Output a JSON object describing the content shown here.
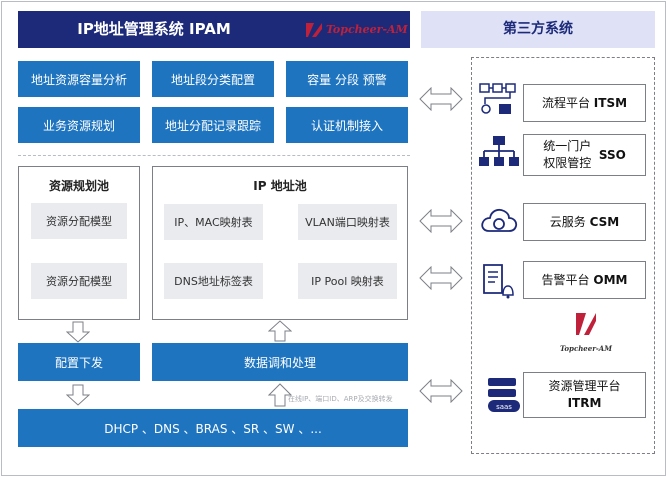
{
  "header": {
    "title": "IP地址管理系统 IPAM",
    "logo_text": "Topcheer-AM",
    "third_party_title": "第三方系统"
  },
  "modules": [
    "地址资源容量分析",
    "地址段分类配置",
    "容量 分段 预警",
    "业务资源规划",
    "地址分配记录跟踪",
    "认证机制接入"
  ],
  "resource_pool": {
    "title": "资源规划池",
    "items": [
      "资源分配模型",
      "资源分配模型"
    ]
  },
  "ip_pool": {
    "title": "IP 地址池",
    "items": [
      "IP、MAC映射表",
      "VLAN端口映射表",
      "DNS地址标签表",
      "IP Pool 映射表"
    ]
  },
  "actions": {
    "config": "配置下发",
    "data": "数据调和处理",
    "devices": "DHCP 、DNS 、BRAS 、SR 、SW 、...",
    "collect_note": "在线IP、端口ID、ARP及交换转发"
  },
  "third_party": [
    {
      "name": "流程平台",
      "code": "ITSM",
      "icon": "workflow-icon"
    },
    {
      "name_line1": "统一门户",
      "name_line2": "权限管控",
      "code": "SSO",
      "icon": "org-chart-icon"
    },
    {
      "name": "云服务",
      "code": "CSM",
      "icon": "cloud-icon"
    },
    {
      "name": "告警平台",
      "code": "OMM",
      "icon": "alert-document-icon"
    },
    {
      "name": "资源管理平台",
      "code": "ITRM",
      "icon": "saas-server-icon"
    }
  ],
  "logo_big_text": "Topcheer-AM",
  "colors": {
    "navy": "#1d2a7a",
    "blue": "#1f74c0",
    "light_cell": "#e9ebef",
    "third_head_bg": "#dfe2f6",
    "logo_red": "#c0213a"
  }
}
